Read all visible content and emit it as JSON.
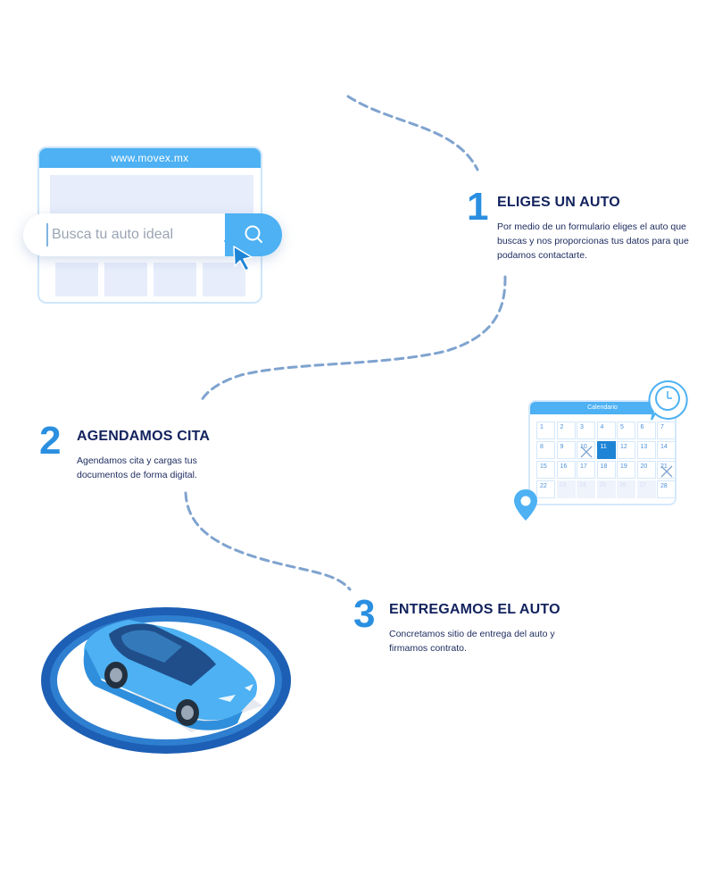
{
  "browser": {
    "url": "www.movex.mx",
    "search_placeholder": "Busca tu auto ideal"
  },
  "steps": [
    {
      "number": "1",
      "title": "ELIGES UN AUTO",
      "description": "Por medio de un formulario eliges el auto que buscas y nos proporcionas tus datos para que podamos contactarte."
    },
    {
      "number": "2",
      "title": "AGENDAMOS CITA",
      "description": "Agendamos cita y cargas tus documentos de forma digital."
    },
    {
      "number": "3",
      "title": "ENTREGAMOS EL AUTO",
      "description": "Concretamos sitio de entrega del auto y firmamos contrato."
    }
  ],
  "calendar": {
    "title": "Calendario",
    "days": [
      "1",
      "2",
      "3",
      "4",
      "5",
      "6",
      "7",
      "8",
      "9",
      "10",
      "11",
      "12",
      "13",
      "14",
      "15",
      "16",
      "17",
      "18",
      "19",
      "20",
      "21",
      "22",
      "23",
      "24",
      "25",
      "26",
      "27",
      "28"
    ],
    "selected_day": "11",
    "crossed_days": [
      "10",
      "21"
    ]
  },
  "icons": {
    "search": "search-icon",
    "cursor": "pointer-cursor-icon",
    "clock": "clock-icon",
    "location": "location-pin-icon",
    "car": "car-illustration"
  },
  "colors": {
    "brand_blue": "#4db1f3",
    "dark_navy": "#12225d",
    "number_blue": "#2a8fe0",
    "path_blue": "#7fa3cf"
  }
}
